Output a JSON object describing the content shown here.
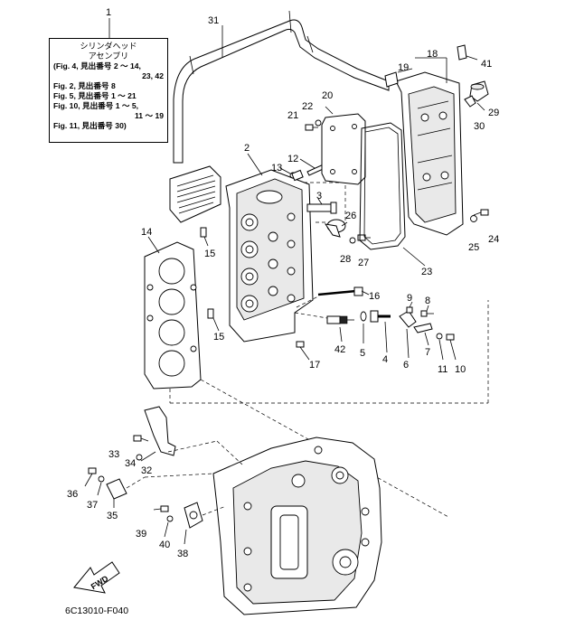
{
  "note": {
    "callout": "1",
    "title_line1": "シリンダヘッド",
    "title_line2": "アセンブリ",
    "refs": [
      "(Fig. 4, 見出番号 2 ～ 14,",
      "23, 42",
      "Fig. 2, 見出番号 8",
      "Fig. 5, 見出番号 1 ～ 21",
      "Fig. 10, 見出番号 1 ～ 5,",
      "11 ～ 19",
      "Fig. 11, 見出番号 30)"
    ]
  },
  "callouts": [
    "2",
    "3",
    "4",
    "5",
    "6",
    "7",
    "8",
    "9",
    "10",
    "11",
    "12",
    "13",
    "14",
    "15",
    "15",
    "16",
    "17",
    "18",
    "19",
    "20",
    "21",
    "22",
    "23",
    "24",
    "25",
    "26",
    "27",
    "28",
    "29",
    "30",
    "31",
    "32",
    "33",
    "34",
    "35",
    "36",
    "37",
    "38",
    "39",
    "40",
    "41",
    "42"
  ],
  "fwd_label": "FWD",
  "drawing_code": "6C13010-F040"
}
